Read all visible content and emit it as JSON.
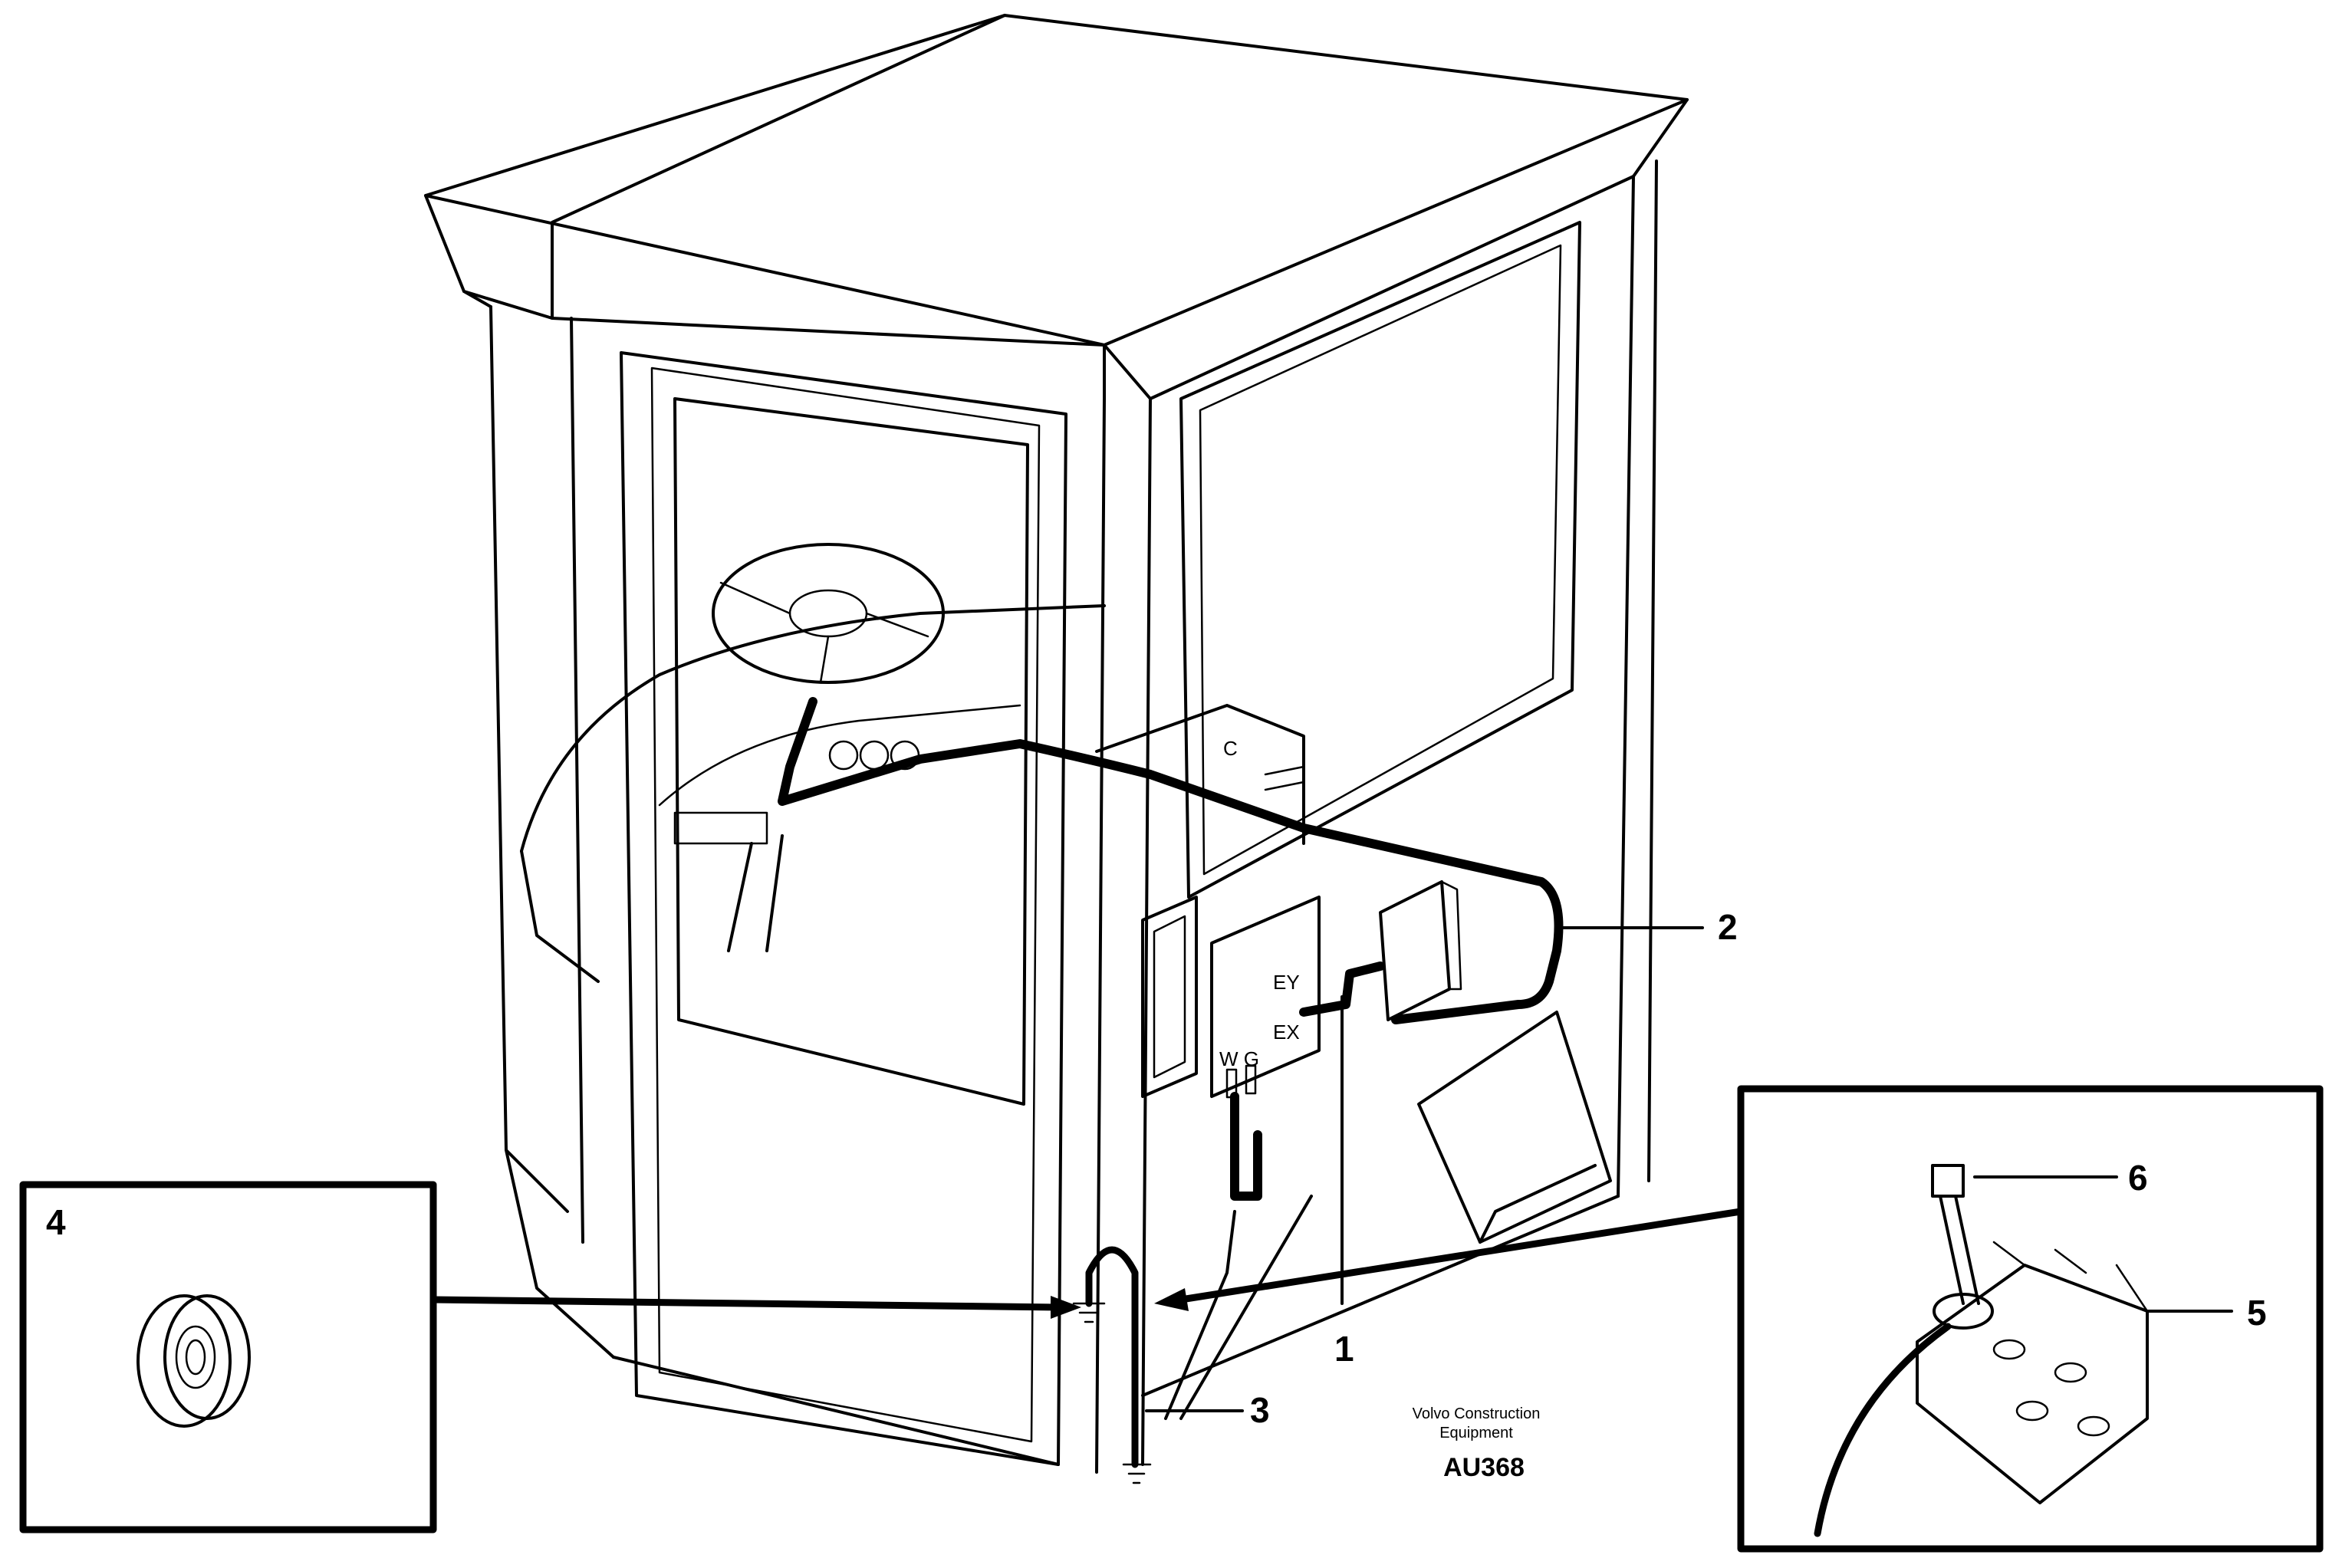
{
  "diagram": {
    "callouts": [
      {
        "id": "1",
        "text": "1"
      },
      {
        "id": "2",
        "text": "2"
      },
      {
        "id": "3",
        "text": "3"
      },
      {
        "id": "4",
        "text": "4"
      },
      {
        "id": "5",
        "text": "5"
      },
      {
        "id": "6",
        "text": "6"
      }
    ],
    "panel_labels": {
      "ey": "EY",
      "ex": "EX",
      "wg": "W G",
      "c": "C"
    },
    "brand_line1": "Volvo Construction",
    "brand_line2": "Equipment",
    "drawing_code": "AU368"
  }
}
